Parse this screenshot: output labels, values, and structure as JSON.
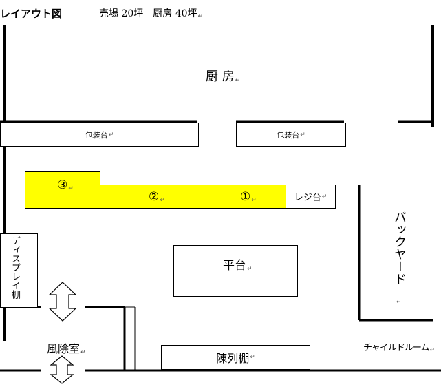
{
  "header": {
    "title": "レイアウト図",
    "subtitle": "売場 20坪　厨房 40坪"
  },
  "areas": {
    "kitchen": "厨 房",
    "packing_left": "包装台",
    "packing_right": "包装台",
    "counter_3": "③",
    "counter_2": "②",
    "counter_1": "①",
    "register": "レジ台",
    "display_shelf": "ディスプレイ棚",
    "flat_table": "平台",
    "backyard": "バックヤード",
    "windbreak_room": "風除室",
    "showcase_shelf": "陳列棚",
    "child_room": "チャイルドルーム"
  },
  "colors": {
    "counter_fill": "#ffff00",
    "wall": "#000000"
  },
  "icons": {
    "door_top": "double-arrow-vertical-icon",
    "door_bottom": "double-arrow-vertical-icon"
  }
}
